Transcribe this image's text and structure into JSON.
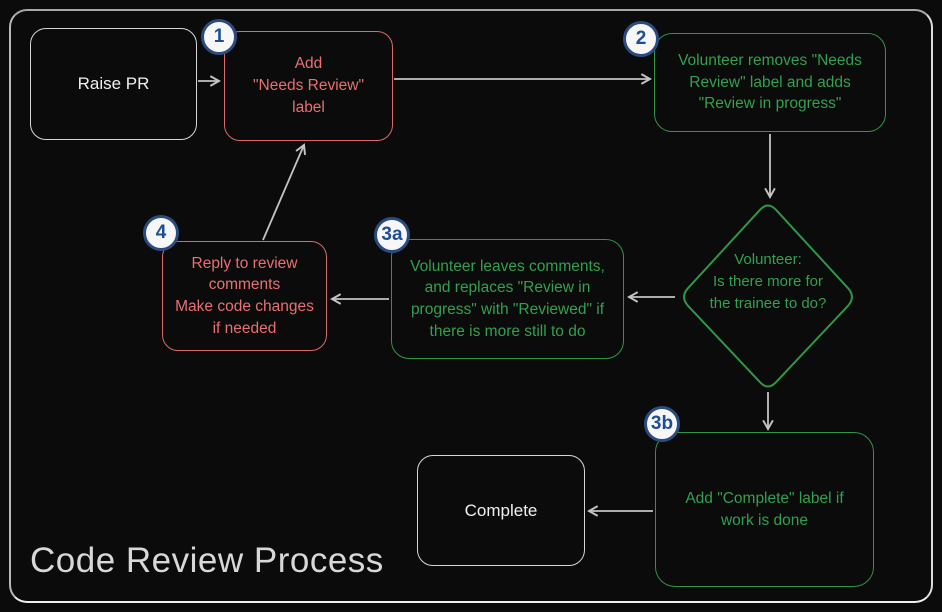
{
  "title": "Code Review Process",
  "nodes": {
    "raise_pr": {
      "label": "Raise PR"
    },
    "add_needs_review": {
      "label": "Add\n\"Needs Review\"\nlabel",
      "badge": "1"
    },
    "volunteer_removes": {
      "label": "Volunteer removes \"Needs\nReview\" label and adds\n\"Review in progress\"",
      "badge": "2"
    },
    "decision": {
      "label": "Volunteer:\nIs there more for\nthe trainee to do?"
    },
    "volunteer_comments": {
      "label": "Volunteer leaves comments,\nand replaces \"Review in\nprogress\" with \"Reviewed\" if\nthere is more still to do",
      "badge": "3a"
    },
    "reply_comments": {
      "label": "Reply to review\ncomments\nMake code changes\nif needed",
      "badge": "4"
    },
    "add_complete": {
      "label": "Add \"Complete\" label if\nwork is done",
      "badge": "3b"
    },
    "complete": {
      "label": "Complete"
    }
  },
  "edges": [
    {
      "from": "raise_pr",
      "to": "add_needs_review"
    },
    {
      "from": "add_needs_review",
      "to": "volunteer_removes"
    },
    {
      "from": "volunteer_removes",
      "to": "decision"
    },
    {
      "from": "decision",
      "to": "volunteer_comments"
    },
    {
      "from": "volunteer_comments",
      "to": "reply_comments"
    },
    {
      "from": "reply_comments",
      "to": "add_needs_review"
    },
    {
      "from": "decision",
      "to": "add_complete"
    },
    {
      "from": "add_complete",
      "to": "complete"
    }
  ],
  "colors": {
    "background": "#0b0b0c",
    "frame_border": "#c6c6c6",
    "node_red_border": "#d76a6a",
    "node_red_text": "#e8706f",
    "node_green_border": "#2e9644",
    "node_green_text": "#32a04c",
    "node_neutral_border": "#d6d6d6",
    "node_neutral_text": "#f0f0f0",
    "arrow": "#c4c4c4",
    "badge_bg": "#f7f7f7",
    "badge_border": "#2b4c80",
    "badge_text": "#1d4e91",
    "title_text": "#d8d8d8"
  }
}
